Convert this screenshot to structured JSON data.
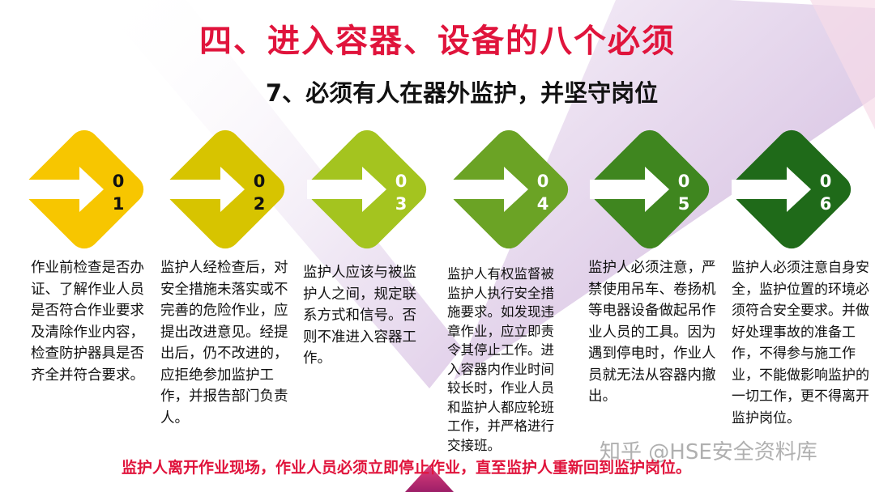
{
  "header": {
    "title": "四、进入容器、设备的八个必须",
    "subtitle": "7、必须有人在器外监护，并坚守岗位"
  },
  "steps": [
    {
      "num_top": "0",
      "num_bottom": "1",
      "color": "#f7c600",
      "num_color": "#111111",
      "text": "作业前检查是否办证、了解作业人员是否符合作业要求及清除作业内容，检查防护器具是否齐全并符合要求。"
    },
    {
      "num_top": "0",
      "num_bottom": "2",
      "color": "#d7c400",
      "num_color": "#111111",
      "text": "监护人经检查后，对安全措施未落实或不完善的危险作业，应提出改进意见。经提出后，仍不改进的，应拒绝参加监护工作，并报告部门负责人。"
    },
    {
      "num_top": "0",
      "num_bottom": "3",
      "color": "#a4c41f",
      "num_color": "#ffffff",
      "text": "监护人应该与被监护人之间，规定联系方式和信号。否则不准进入容器工作。"
    },
    {
      "num_top": "0",
      "num_bottom": "4",
      "color": "#6ba325",
      "num_color": "#ffffff",
      "text": "监护人有权监督被监护人执行安全措施要求。如发现违章作业，应立即责令其停止工作。进入容器内作业时间较长时，作业人员和监护人都应轮班工作，并严格进行交接班。"
    },
    {
      "num_top": "0",
      "num_bottom": "5",
      "color": "#3f861f",
      "num_color": "#ffffff",
      "text": "监护人必须注意，严禁使用吊车、卷扬机等电器设备做起吊作业人员的工具。因为遇到停电时，作业人员就无法从容器内撤出。"
    },
    {
      "num_top": "0",
      "num_bottom": "6",
      "color": "#1f6a19",
      "num_color": "#ffffff",
      "text": "监护人必须注意自身安全，监护位置的环境必须符合安全要求。并做好处理事故的准备工作，不得参与施工作业，不能做影响监护的一切工作，更不得离开监护岗位。"
    }
  ],
  "footer": {
    "text": "监护人离开作业现场，作业人员必须立即停止作业，直至监护人重新回到监护岗位。"
  },
  "watermark": "知乎 @HSE安全资料库"
}
